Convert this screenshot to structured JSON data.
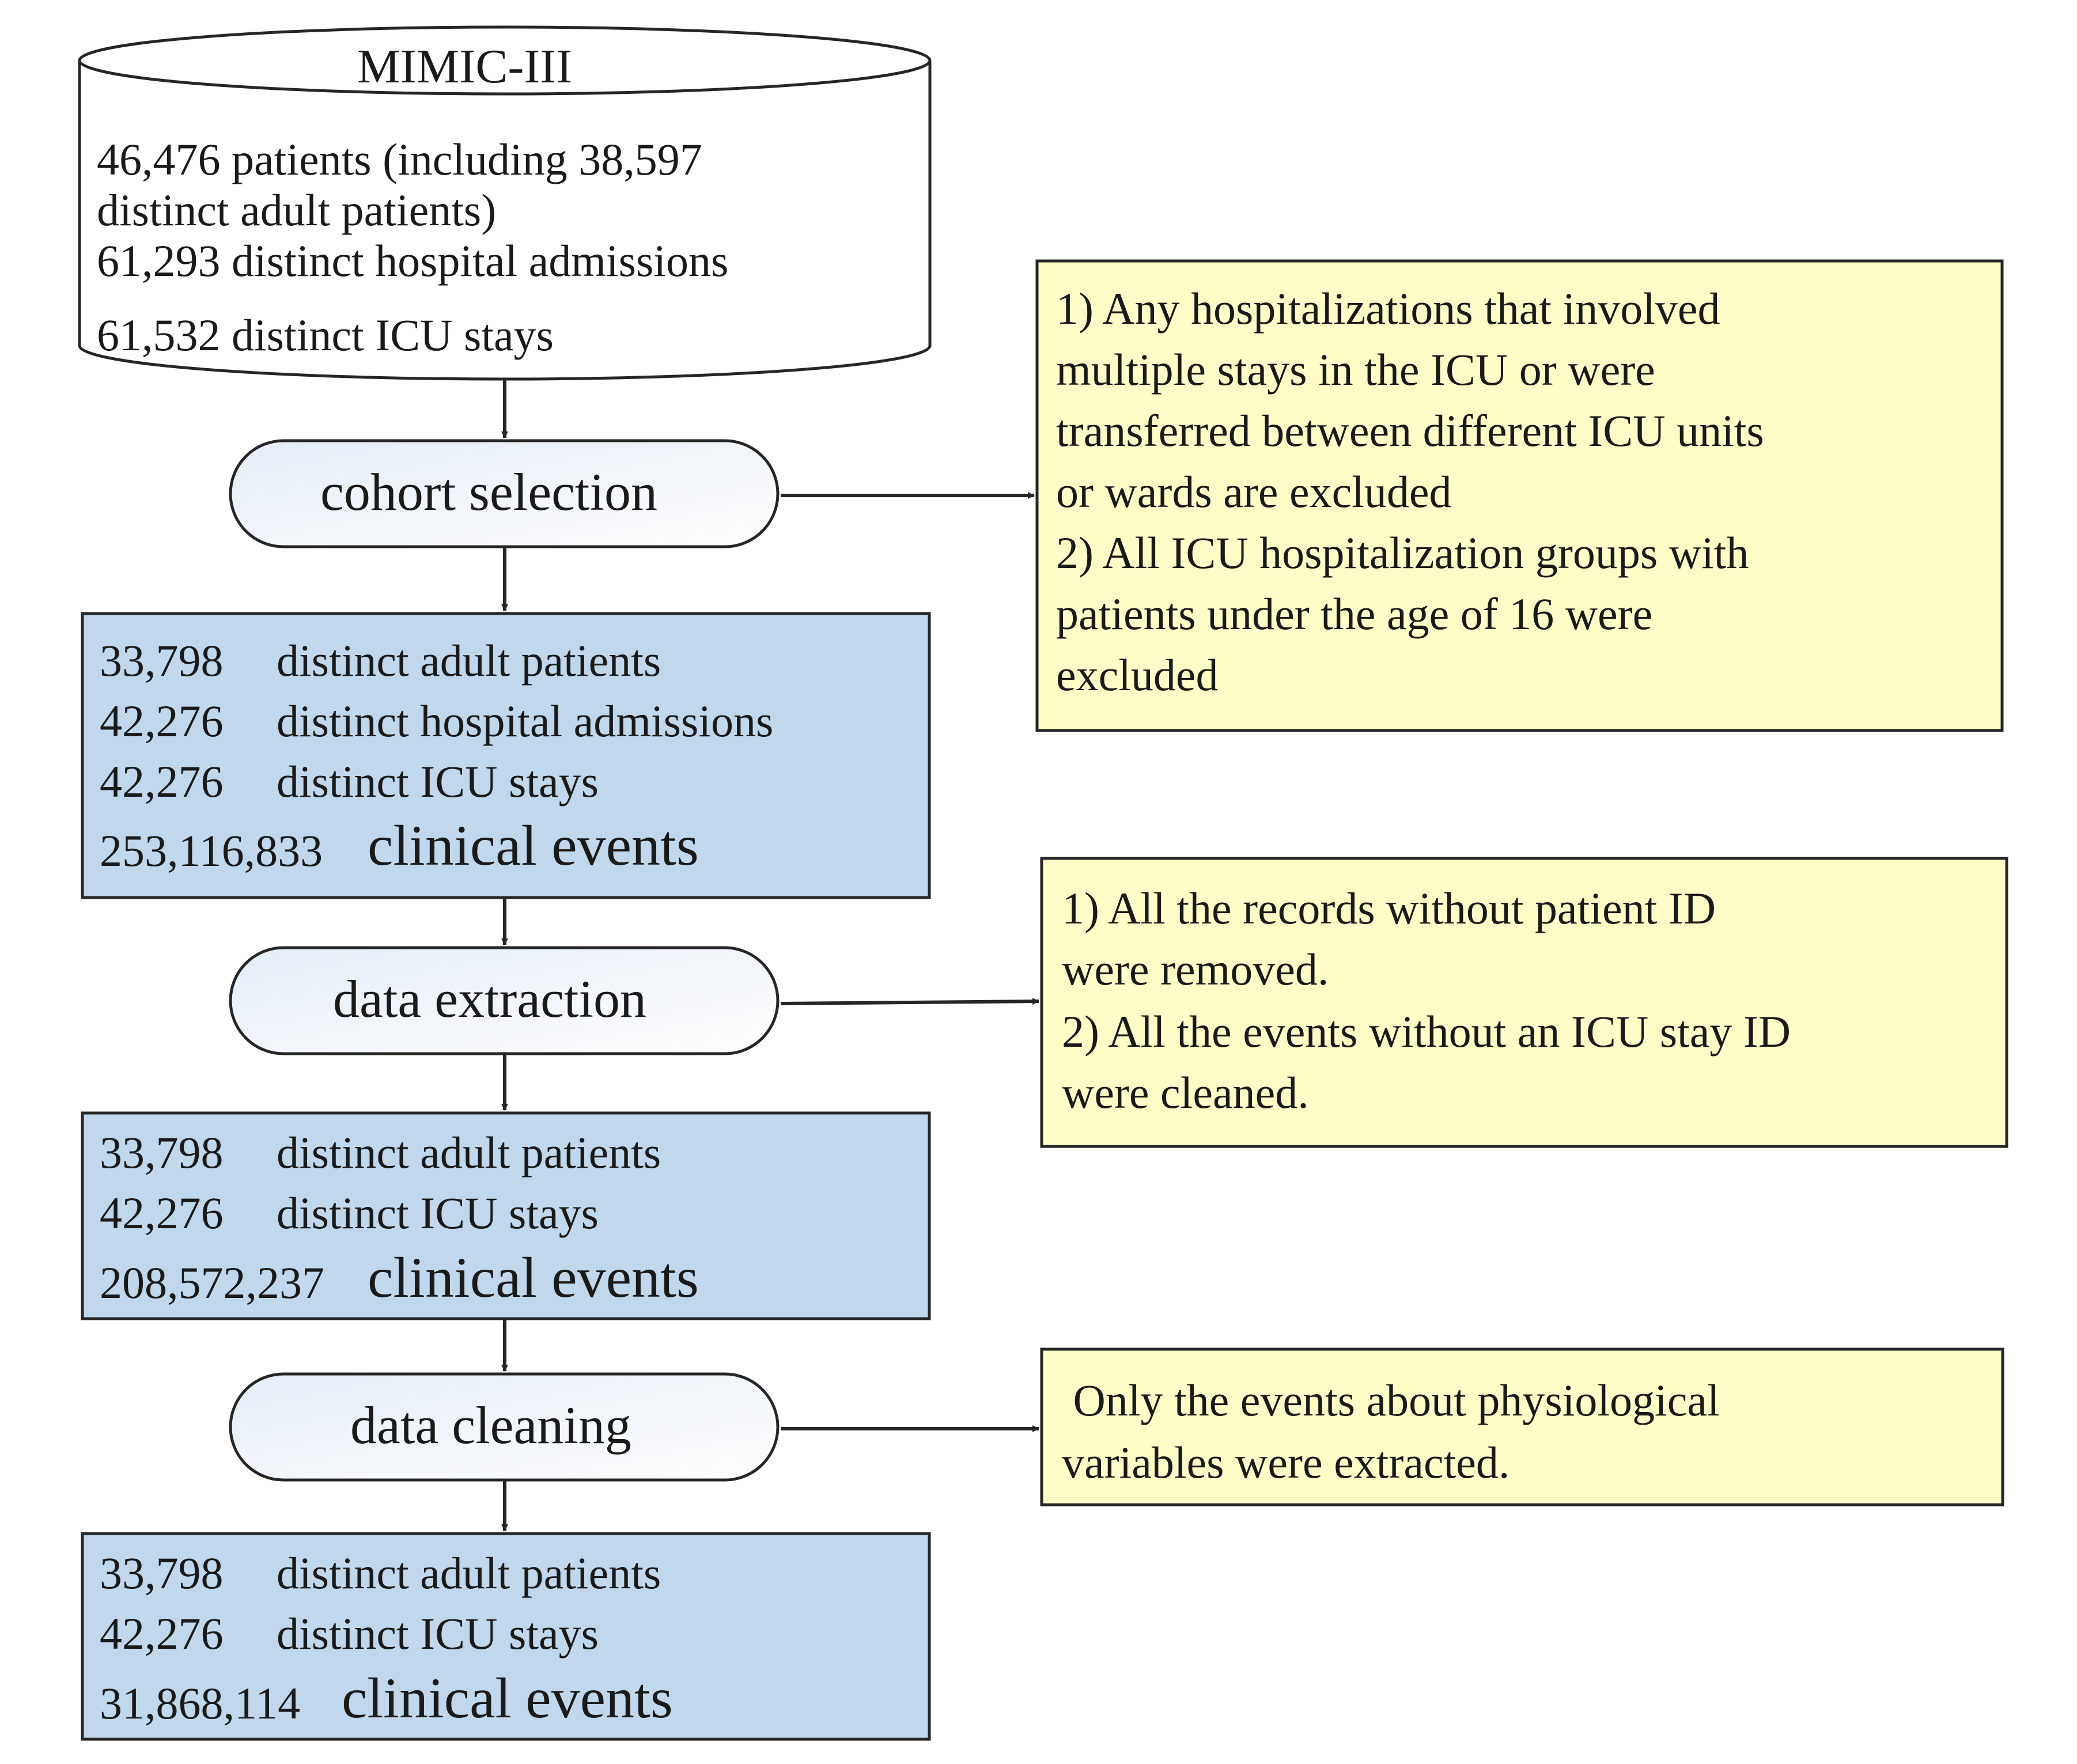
{
  "database": {
    "title": "MIMIC-III",
    "lines": [
      "46,476 patients (including 38,597",
      "distinct adult patients)",
      "61,293 distinct hospital admissions",
      "61,532 distinct ICU stays"
    ]
  },
  "steps": [
    {
      "label": "cohort selection",
      "criteria": [
        "1) Any hospitalizations that involved",
        "multiple stays in the ICU or were",
        "transferred between different ICU units",
        "or wards are excluded",
        "2) All ICU hospitalization groups with",
        "patients under the age of 16 were",
        "excluded"
      ]
    },
    {
      "label": "data extraction",
      "criteria": [
        "1) All the records without patient ID",
        "were removed.",
        "2) All the events without an ICU stay ID",
        "were cleaned."
      ]
    },
    {
      "label": "data cleaning",
      "criteria": [
        " Only the events about physiological",
        "variables were extracted."
      ]
    }
  ],
  "results": [
    {
      "rows": [
        {
          "count": "33,798",
          "desc": "distinct adult patients"
        },
        {
          "count": "42,276",
          "desc": "distinct hospital admissions"
        },
        {
          "count": "42,276",
          "desc": "distinct ICU stays"
        }
      ],
      "events": {
        "count": "253,116,833",
        "label": "clinical events"
      }
    },
    {
      "rows": [
        {
          "count": "33,798",
          "desc": "distinct adult patients"
        },
        {
          "count": "42,276",
          "desc": "distinct ICU stays"
        }
      ],
      "events": {
        "count": "208,572,237",
        "label": "clinical events"
      }
    },
    {
      "rows": [
        {
          "count": "33,798",
          "desc": "distinct adult patients"
        },
        {
          "count": "42,276",
          "desc": "distinct ICU stays"
        }
      ],
      "events": {
        "count": "31,868,114",
        "label": "clinical events"
      }
    }
  ],
  "colors": {
    "result_fill": "#c0d7ec",
    "note_fill": "#fefdc8",
    "step_gradient_start": "#e4ecf6",
    "step_gradient_end": "#ffffff",
    "stroke": "#262626"
  }
}
